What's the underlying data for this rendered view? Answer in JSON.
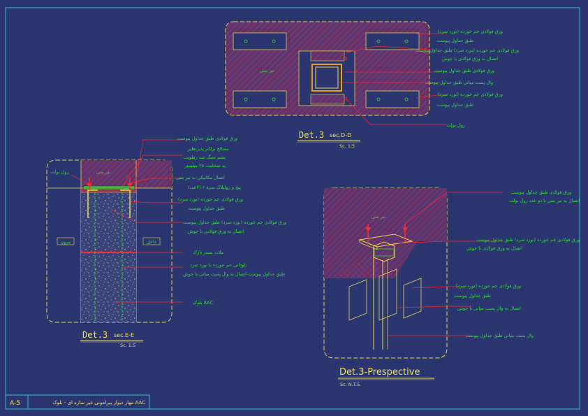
{
  "sheet": {
    "code": "A-5",
    "title": "مهار دیوار پیرامونی غیر سازه ای - بلوک AAC"
  },
  "det_dd": {
    "title": "Det.3",
    "section": "sec.D-D",
    "scale": "Sc. 1:5",
    "beam_label": "تیر بتنی",
    "callouts": [
      "ورق فولادی خم خورده (نورد سرد)",
      "طبق جداول پیوست",
      "ورق فولادی خم خورده (نورد سرد) طبق جداول پیوست",
      "اتصال به ورق فولادی با جوش",
      "ورق فولادی طبق جداول پیوست",
      "وال پست میانی طبق جداول پیوست",
      "ورق فولادی خم خورده (نورد سرد)",
      "طبق جداول پیوست",
      "رول بولت"
    ]
  },
  "det_ee": {
    "title": "Det.3",
    "section": "sec.E-E",
    "scale": "Sc. 1:5",
    "beam_label": "تیر بتنی",
    "rawl_bolt": "رول بولت",
    "outside": "بیرون",
    "inside": "داخل",
    "callouts": [
      "ورق فولادی طبق جداول پیوست",
      "مصالح تراکم پذیرنظیر",
      "پشم سنگ ضد رطوبت",
      "به ضخامت ۲۵ میلیمتر",
      "اتصال مکانیکی به تیر بتنی",
      "پیچ و رولپلاک نمره ۶ (۲عدد)",
      "ورق فولادی خم خورده (نورد سرد)",
      "طبق جداول پیوست",
      "ورق فولادی خم خورده (نورد سرد) طبق جداول پیوست",
      "اتصال به ورق فولادی با جوش",
      "ملات بستر نازک",
      "ناودانی خم خورده با نورد سرد",
      "طبق جداول پیوست-اتصال به وال پست میانی با جوش",
      "بلوک AAC"
    ]
  },
  "det_p": {
    "title": "Det.3-Prespective",
    "scale": "Sc. N.T.S.",
    "beam_label": "تیر بتنی",
    "callouts": [
      "ورق فولادی طبق جداول پیوست",
      "اتصال به تیر بتنی با دو عدد رول بولت",
      "ورق فولادی خم خورده (نورد سرد) طبق جداول پیوست",
      "اتصال به ورق فولادی با جوش",
      "ورق فولادی خم خورده (نورد سرد)",
      "طبق جداول پیوست",
      "اتصال به وال پست میانی با جوش",
      "وال پست میانی طبق جداول پیوست"
    ]
  },
  "colors": {
    "background": "#2b3670",
    "frame": "#31b9d8",
    "outline": "#e8d84a",
    "label": "#2fe02f",
    "leader": "#ff2a2a",
    "hatch": "#c0304a"
  }
}
